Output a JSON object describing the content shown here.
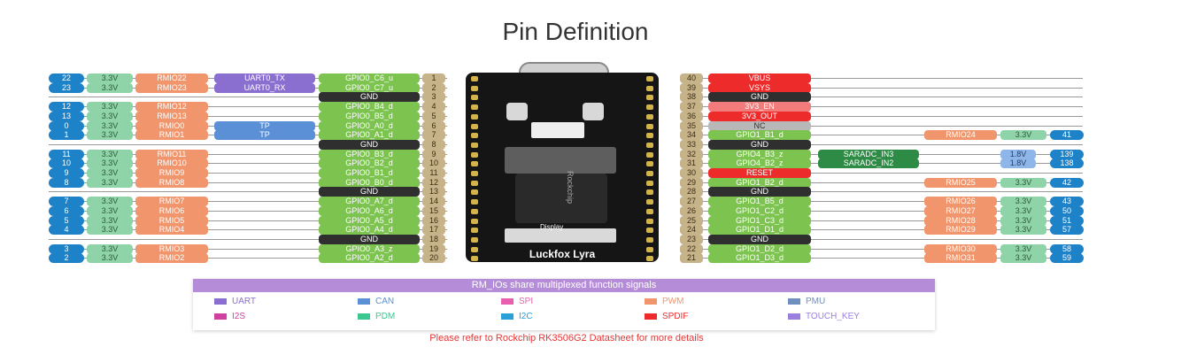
{
  "title": "Pin Definition",
  "board_name": "Luckfox Lyra",
  "board_labels": {
    "display": "Display",
    "chip": "Rockchip"
  },
  "left_rows": [
    {
      "num": "22",
      "v": "3.3V",
      "rmio": "RMIO22",
      "func": "UART0_TX",
      "gpio": "GPIO0_C6_u",
      "pin": "1"
    },
    {
      "num": "23",
      "v": "3.3V",
      "rmio": "RMIO23",
      "func": "UART0_RX",
      "gpio": "GPIO0_C7_u",
      "pin": "2"
    },
    {
      "gnd": "GND",
      "pin": "3"
    },
    {
      "num": "12",
      "v": "3.3V",
      "rmio": "RMIO12",
      "gpio": "GPIO0_B4_d",
      "pin": "4"
    },
    {
      "num": "13",
      "v": "3.3V",
      "rmio": "RMIO13",
      "gpio": "GPIO0_B5_d",
      "pin": "5"
    },
    {
      "num": "0",
      "v": "3.3V",
      "rmio": "RMIO0",
      "tp": "TP",
      "gpio": "GPIO0_A0_d",
      "pin": "6"
    },
    {
      "num": "1",
      "v": "3.3V",
      "rmio": "RMIO1",
      "tp": "TP",
      "gpio": "GPIO0_A1_d",
      "pin": "7"
    },
    {
      "gnd": "GND",
      "pin": "8"
    },
    {
      "num": "11",
      "v": "3.3V",
      "rmio": "RMIO11",
      "gpio": "GPIO0_B3_d",
      "pin": "9"
    },
    {
      "num": "10",
      "v": "3.3V",
      "rmio": "RMIO10",
      "gpio": "GPIO0_B2_d",
      "pin": "10"
    },
    {
      "num": "9",
      "v": "3.3V",
      "rmio": "RMIO9",
      "gpio": "GPIO0_B1_d",
      "pin": "11"
    },
    {
      "num": "8",
      "v": "3.3V",
      "rmio": "RMIO8",
      "gpio": "GPIO0_B0_d",
      "pin": "12"
    },
    {
      "gnd": "GND",
      "pin": "13"
    },
    {
      "num": "7",
      "v": "3.3V",
      "rmio": "RMIO7",
      "gpio": "GPIO0_A7_d",
      "pin": "14"
    },
    {
      "num": "6",
      "v": "3.3V",
      "rmio": "RMIO6",
      "gpio": "GPIO0_A6_d",
      "pin": "15"
    },
    {
      "num": "5",
      "v": "3.3V",
      "rmio": "RMIO5",
      "gpio": "GPIO0_A5_d",
      "pin": "16"
    },
    {
      "num": "4",
      "v": "3.3V",
      "rmio": "RMIO4",
      "gpio": "GPIO0_A4_d",
      "pin": "17"
    },
    {
      "gnd": "GND",
      "pin": "18"
    },
    {
      "num": "3",
      "v": "3.3V",
      "rmio": "RMIO3",
      "gpio": "GPIO0_A3_z",
      "pin": "19"
    },
    {
      "num": "2",
      "v": "3.3V",
      "rmio": "RMIO2",
      "gpio": "GPIO0_A2_d",
      "pin": "20"
    }
  ],
  "right_rows": [
    {
      "pin": "40",
      "special": "VBUS",
      "kind": "red"
    },
    {
      "pin": "39",
      "special": "VSYS",
      "kind": "red"
    },
    {
      "pin": "38",
      "special": "GND",
      "kind": "gnd"
    },
    {
      "pin": "37",
      "special": "3V3_EN",
      "kind": "pink"
    },
    {
      "pin": "36",
      "special": "3V3_OUT",
      "kind": "red"
    },
    {
      "pin": "35",
      "special": "NC",
      "kind": "nc"
    },
    {
      "pin": "34",
      "gpio": "GPIO1_B1_d",
      "rmio": "RMIO24",
      "v": "3.3V",
      "num": "41"
    },
    {
      "pin": "33",
      "special": "GND",
      "kind": "gnd"
    },
    {
      "pin": "32",
      "gpio": "GPIO4_B3_z",
      "sar": "SARADC_IN3",
      "v18": "1.8V",
      "num": "139"
    },
    {
      "pin": "31",
      "gpio": "GPIO4_B2_z",
      "sar": "SARADC_IN2",
      "v18": "1.8V",
      "num": "138"
    },
    {
      "pin": "30",
      "special": "RESET",
      "kind": "red"
    },
    {
      "pin": "29",
      "gpio": "GPIO1_B2_d",
      "rmio": "RMIO25",
      "v": "3.3V",
      "num": "42"
    },
    {
      "pin": "28",
      "special": "GND",
      "kind": "gnd"
    },
    {
      "pin": "27",
      "gpio": "GPIO1_B5_d",
      "rmio": "RMIO26",
      "v": "3.3V",
      "num": "43"
    },
    {
      "pin": "26",
      "gpio": "GPIO1_C2_d",
      "rmio": "RMIO27",
      "v": "3.3V",
      "num": "50"
    },
    {
      "pin": "25",
      "gpio": "GPIO1_C3_d",
      "rmio": "RMIO28",
      "v": "3.3V",
      "num": "51"
    },
    {
      "pin": "24",
      "gpio": "GPIO1_D1_d",
      "rmio": "RMIO29",
      "v": "3.3V",
      "num": "57"
    },
    {
      "pin": "23",
      "special": "GND",
      "kind": "gnd"
    },
    {
      "pin": "22",
      "gpio": "GPIO1_D2_d",
      "rmio": "RMIO30",
      "v": "3.3V",
      "num": "58"
    },
    {
      "pin": "21",
      "gpio": "GPIO1_D3_d",
      "rmio": "RMIO31",
      "v": "3.3V",
      "num": "59"
    }
  ],
  "legend": {
    "header": "RM_IOs share multiplexed function signals",
    "items": [
      {
        "label": "UART",
        "color": "#8b6fd0"
      },
      {
        "label": "CAN",
        "color": "#5b8fd6"
      },
      {
        "label": "SPI",
        "color": "#e85fb0"
      },
      {
        "label": "PWM",
        "color": "#f0956c"
      },
      {
        "label": "PMU",
        "color": "#6f8fc0"
      },
      {
        "label": "I2S",
        "color": "#d040a0"
      },
      {
        "label": "PDM",
        "color": "#3ac890"
      },
      {
        "label": "I2C",
        "color": "#2aa0d8"
      },
      {
        "label": "SPDIF",
        "color": "#ee2b2b"
      },
      {
        "label": "TOUCH_KEY",
        "color": "#9b7fe0"
      }
    ]
  },
  "footnote": "Please refer to Rockchip RK3506G2 Datasheet for more details"
}
